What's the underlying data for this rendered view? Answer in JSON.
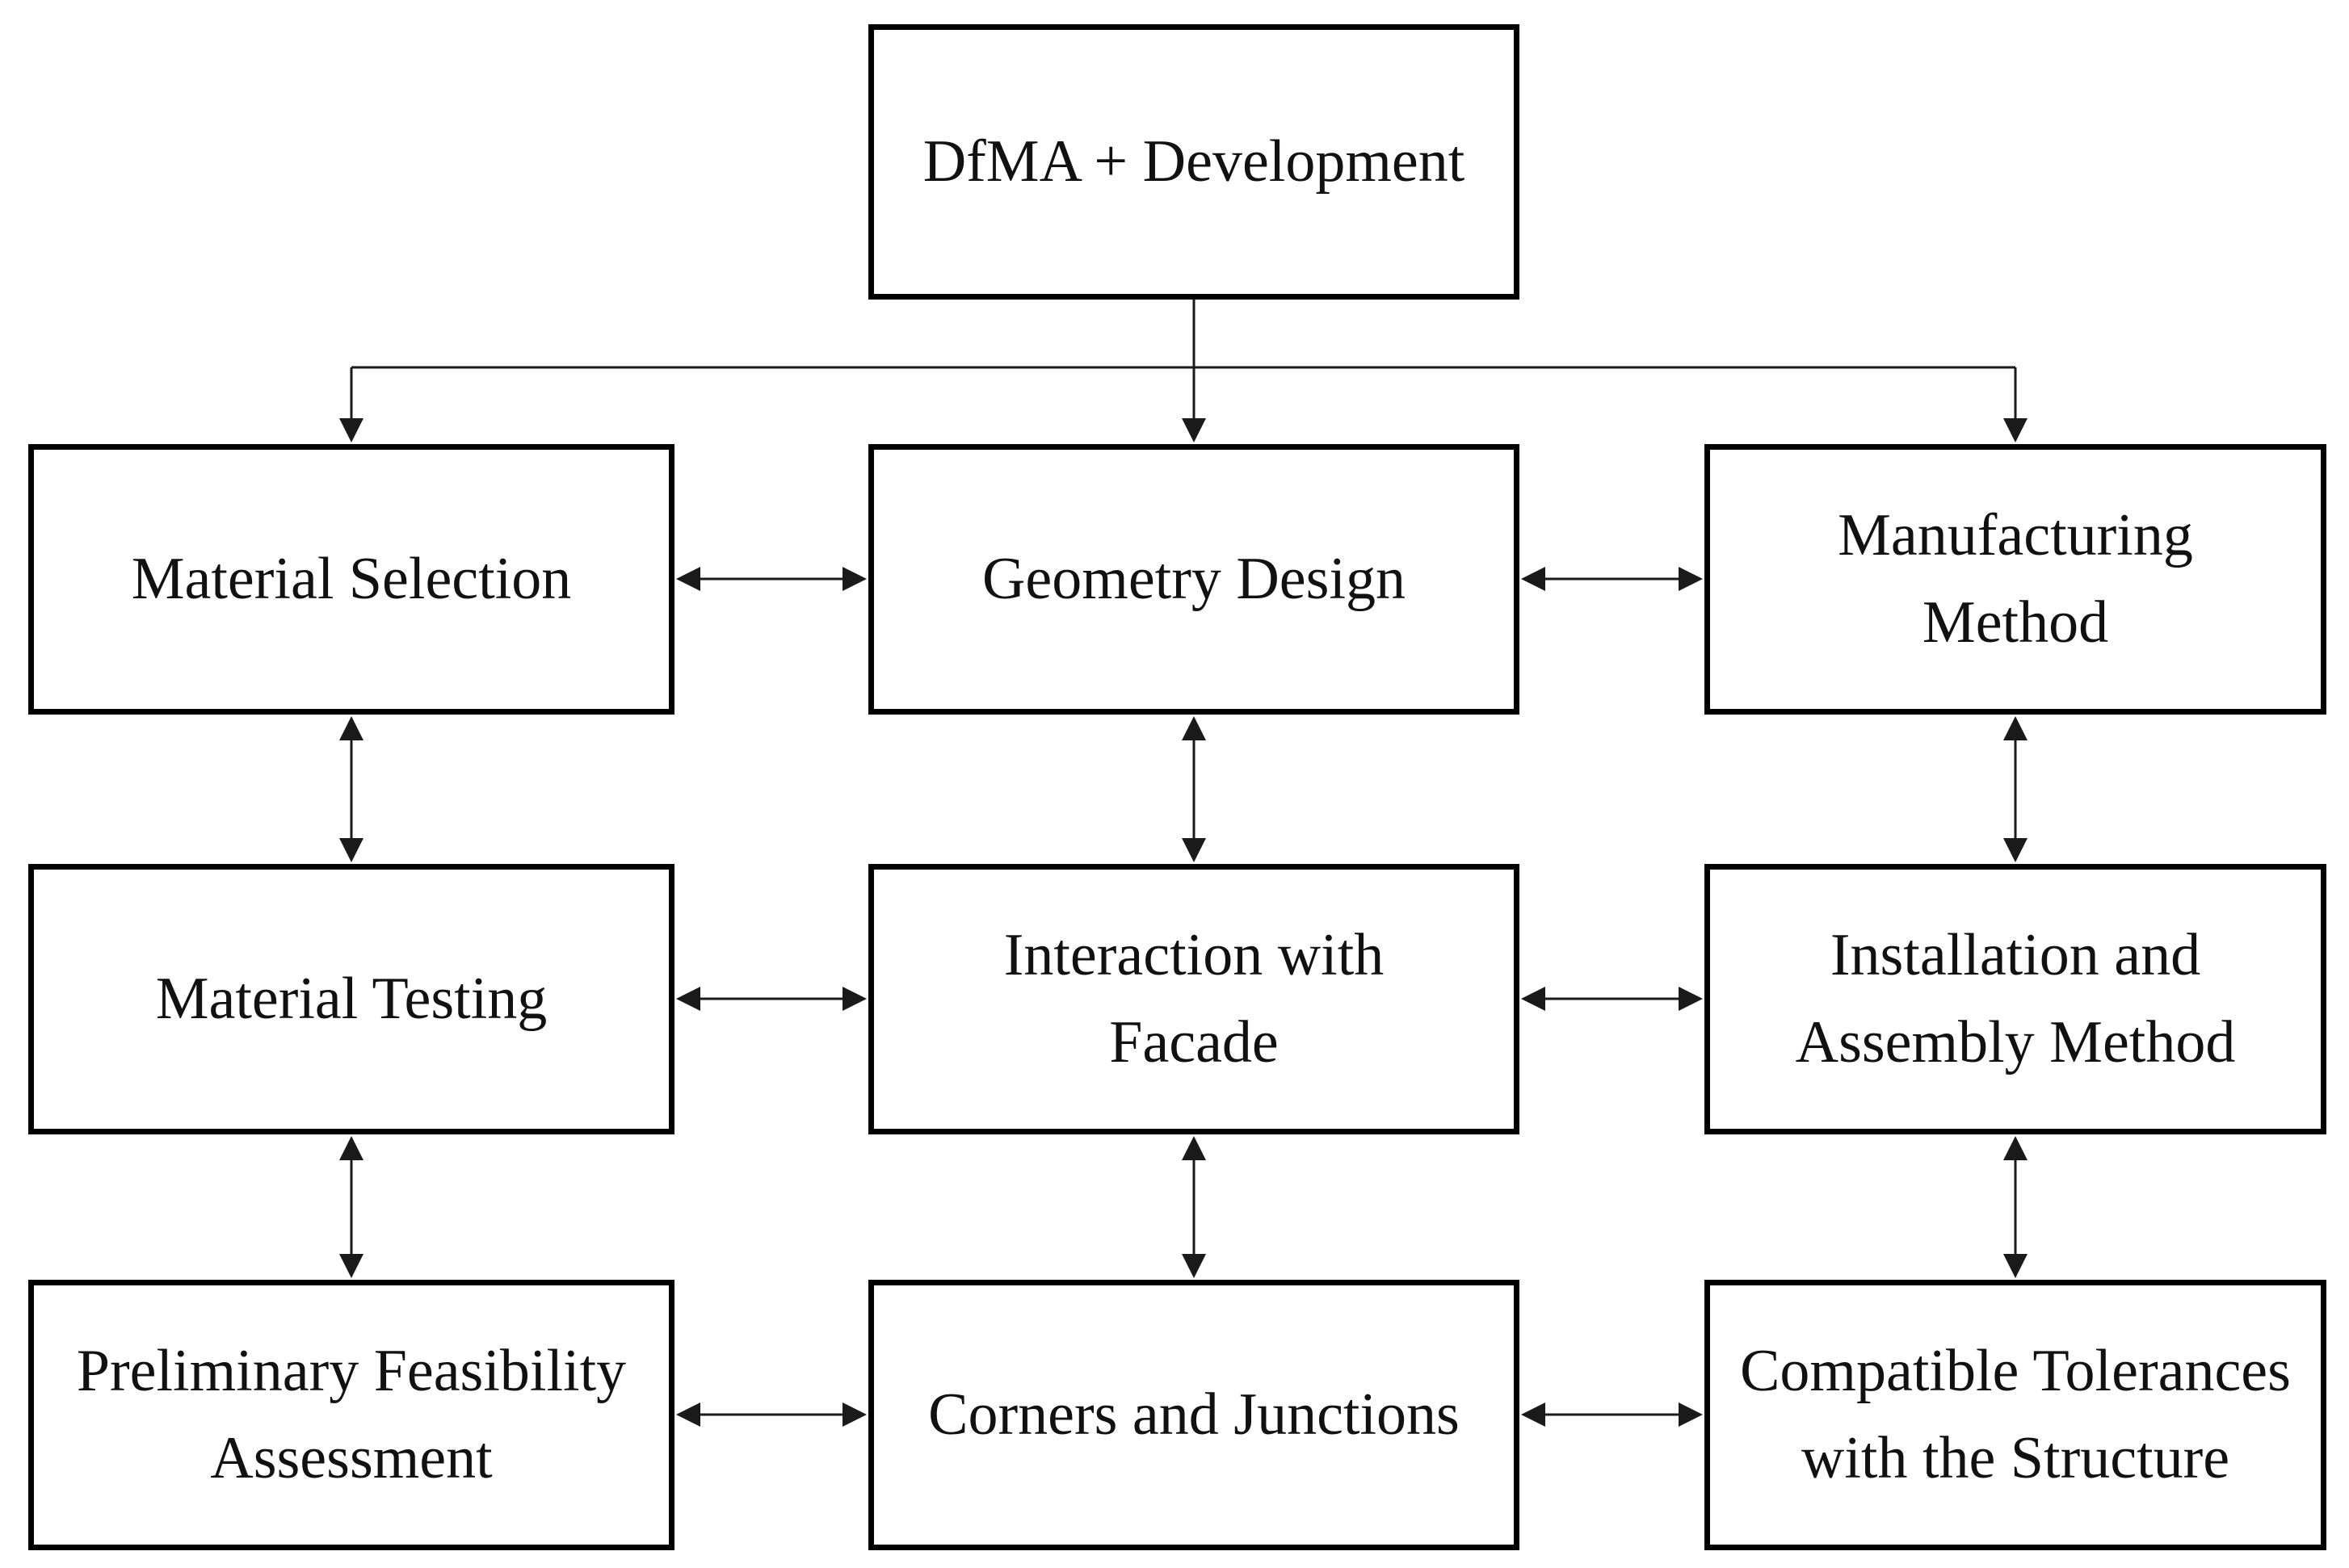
{
  "diagram_title": "DfMA + Development flowchart",
  "colors": {
    "background": "#ffffff",
    "box_border": "#000000",
    "box_fill": "#ffffff",
    "line": "#1a1a1a",
    "text": "#111111"
  },
  "boxes": [
    {
      "id": "dfma-development",
      "label": "DfMA + Development",
      "lines": [
        "DfMA + Development"
      ]
    },
    {
      "id": "material-selection",
      "label": "Material Selection",
      "lines": [
        "Material Selection"
      ]
    },
    {
      "id": "geometry-design",
      "label": "Geometry Design",
      "lines": [
        "Geometry Design"
      ]
    },
    {
      "id": "manufacturing-method",
      "label": "Manufacturing Method",
      "lines": [
        "Manufacturing",
        "Method"
      ]
    },
    {
      "id": "material-testing",
      "label": "Material Testing",
      "lines": [
        "Material Testing"
      ]
    },
    {
      "id": "interaction-with-facade",
      "label": "Interaction with Facade",
      "lines": [
        "Interaction with",
        "Facade"
      ]
    },
    {
      "id": "installation-assembly-method",
      "label": "Installation and Assembly Method",
      "lines": [
        "Installation and",
        "Assembly Method"
      ]
    },
    {
      "id": "preliminary-feasibility-assessment",
      "label": "Preliminary Feasibility Assessment",
      "lines": [
        "Preliminary Feasibility",
        "Assessment"
      ]
    },
    {
      "id": "corners-and-junctions",
      "label": "Corners and Junctions",
      "lines": [
        "Corners and Junctions"
      ]
    },
    {
      "id": "compatible-tolerances",
      "label": "Compatible Tolerances with the Structure",
      "lines": [
        "Compatible Tolerances",
        "with the Structure"
      ]
    }
  ],
  "edges": [
    {
      "from": "dfma-development",
      "to": "material-selection",
      "type": "directed"
    },
    {
      "from": "dfma-development",
      "to": "geometry-design",
      "type": "directed"
    },
    {
      "from": "dfma-development",
      "to": "manufacturing-method",
      "type": "directed"
    },
    {
      "from": "material-selection",
      "to": "geometry-design",
      "type": "bidirectional"
    },
    {
      "from": "geometry-design",
      "to": "manufacturing-method",
      "type": "bidirectional"
    },
    {
      "from": "material-selection",
      "to": "material-testing",
      "type": "bidirectional"
    },
    {
      "from": "geometry-design",
      "to": "interaction-with-facade",
      "type": "bidirectional"
    },
    {
      "from": "manufacturing-method",
      "to": "installation-assembly-method",
      "type": "bidirectional"
    },
    {
      "from": "material-testing",
      "to": "interaction-with-facade",
      "type": "bidirectional"
    },
    {
      "from": "interaction-with-facade",
      "to": "installation-assembly-method",
      "type": "bidirectional"
    },
    {
      "from": "material-testing",
      "to": "preliminary-feasibility-assessment",
      "type": "bidirectional"
    },
    {
      "from": "interaction-with-facade",
      "to": "corners-and-junctions",
      "type": "bidirectional"
    },
    {
      "from": "installation-assembly-method",
      "to": "compatible-tolerances",
      "type": "bidirectional"
    },
    {
      "from": "preliminary-feasibility-assessment",
      "to": "corners-and-junctions",
      "type": "bidirectional"
    },
    {
      "from": "corners-and-junctions",
      "to": "compatible-tolerances",
      "type": "bidirectional"
    }
  ]
}
